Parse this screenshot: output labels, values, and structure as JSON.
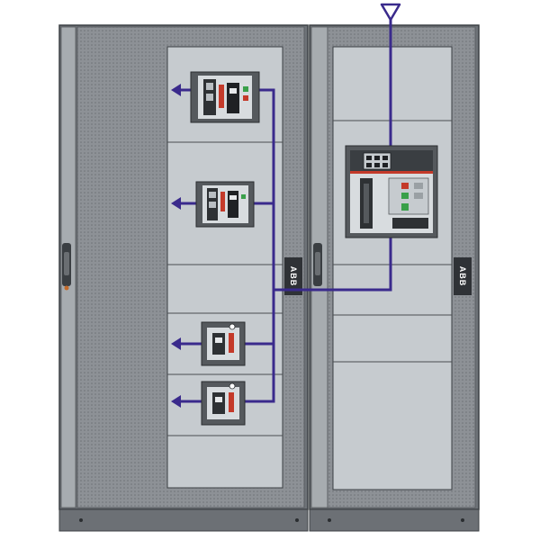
{
  "diagram": {
    "brand_text": "ABB",
    "cabinets": [
      {
        "name": "feeder-cabinet",
        "devices": [
          {
            "kind": "moulded-case-breaker",
            "role": "outgoing-feeder"
          },
          {
            "kind": "moulded-case-breaker",
            "role": "outgoing-feeder"
          },
          {
            "kind": "compact-breaker",
            "role": "outgoing-feeder"
          },
          {
            "kind": "compact-breaker",
            "role": "outgoing-feeder"
          }
        ]
      },
      {
        "name": "incomer-cabinet",
        "devices": [
          {
            "kind": "air-circuit-breaker",
            "role": "main-incomer"
          }
        ]
      }
    ],
    "colors": {
      "busbar": "#3a2a8c",
      "cabinet_frame": "#6e7378",
      "door_perforated": "#8d9196",
      "mounting_panel": "#c6cbcf",
      "breaker_body": "#55595d",
      "breaker_face": "#d8dcdf",
      "base_plinth": "#6c7075",
      "brand_strip": "#2f3236"
    },
    "icons": [
      "supply-antenna-icon",
      "arrow-left-icon"
    ]
  }
}
